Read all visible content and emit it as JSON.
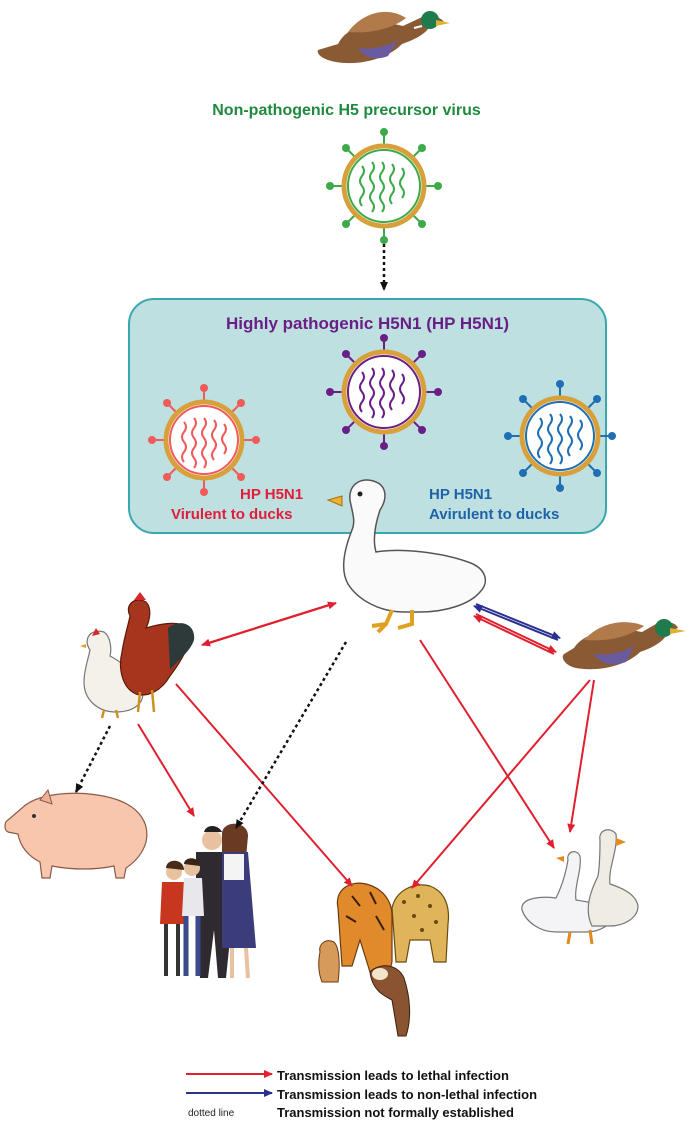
{
  "labels": {
    "precursor": "Non-pathogenic H5 precursor virus",
    "hp_title": "Highly pathogenic H5N1 (HP H5N1)",
    "virulent_line1": "HP H5N1",
    "virulent_line2": "Virulent to ducks",
    "avirulent_line1": "HP H5N1",
    "avirulent_line2": "Avirulent to ducks"
  },
  "legend": {
    "lethal": "Transmission leads to lethal infection",
    "nonlethal": "Transmission leads to non-lethal infection",
    "dotted_word": "dotted line",
    "not_formal": "Transmission not formally established"
  },
  "colors": {
    "lethal": "#e0202f",
    "nonlethal": "#2b2f8f",
    "dotted": "#111111",
    "precursor_virus": "#3daa4a",
    "hp_virus": "#6a1f86",
    "virulent_virus": "#ef5a5a",
    "avirulent_virus": "#1f6fb5",
    "box_fill": "#bfe0e0"
  }
}
